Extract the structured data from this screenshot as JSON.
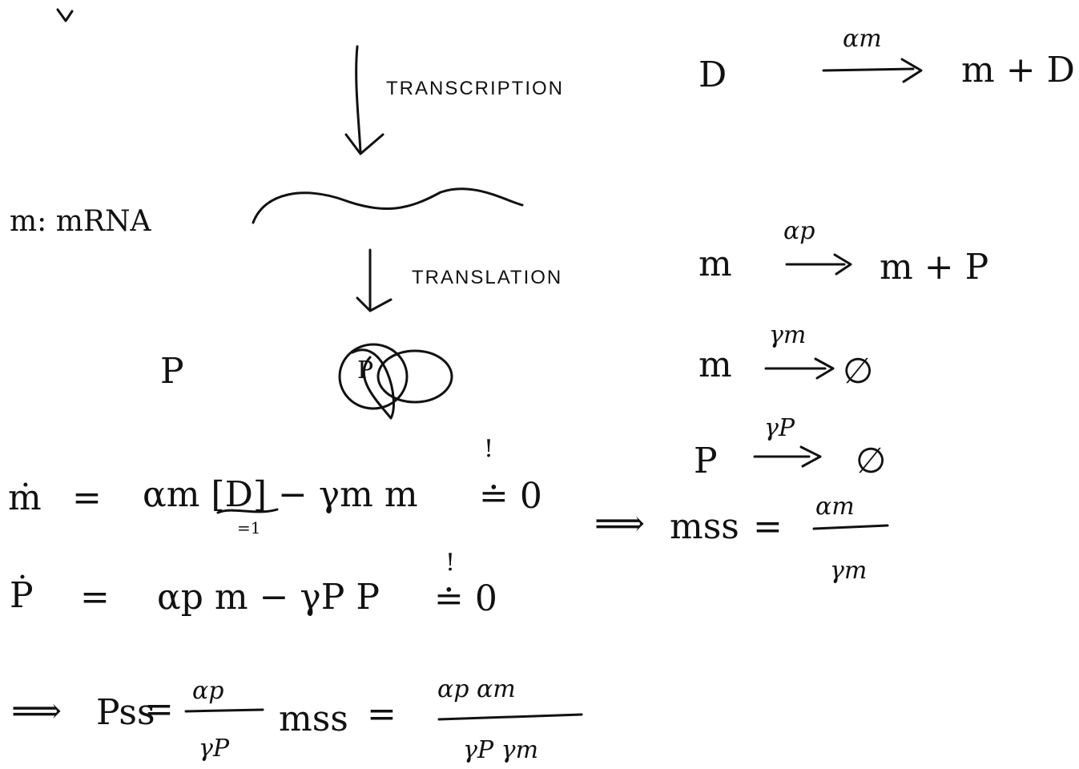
{
  "ink_color": "#111111",
  "background": "#ffffff",
  "transcription_label": "TRANSCRIPTION",
  "translation_label": "TRANSLATION",
  "mrna_label": "m: mRNA",
  "protein_label": "P",
  "protein_glyph": "P",
  "reactions": [
    {
      "reactant": "D",
      "rate": "αm",
      "product": "m + D"
    },
    {
      "reactant": "m",
      "rate": "αp",
      "product": "m + P"
    },
    {
      "reactant": "m",
      "rate": "γm",
      "product": "∅"
    },
    {
      "reactant": "P",
      "rate": "γP",
      "product": "∅"
    }
  ],
  "equations": {
    "m_dot": {
      "lhs": "ṁ",
      "eq": "=",
      "rhs": "αm [D] − γm m",
      "annotation": "=1",
      "set_zero": "≐ 0",
      "bang": "!"
    },
    "p_dot": {
      "lhs": "Ṗ",
      "eq": "=",
      "rhs": "αp m − γP P",
      "set_zero": "≐ 0",
      "bang": "!"
    },
    "m_ss": {
      "implies": "⟹",
      "lhs": "mss",
      "eq": "=",
      "numerator": "αm",
      "denominator": "γm"
    },
    "p_ss": {
      "implies": "⟹",
      "lhs": "Pss",
      "eq1": "=",
      "frac_num": "αp",
      "frac_den": "γP",
      "mult": "mss",
      "eq2": "=",
      "numerator": "αp αm",
      "denominator": "γP γm"
    }
  }
}
